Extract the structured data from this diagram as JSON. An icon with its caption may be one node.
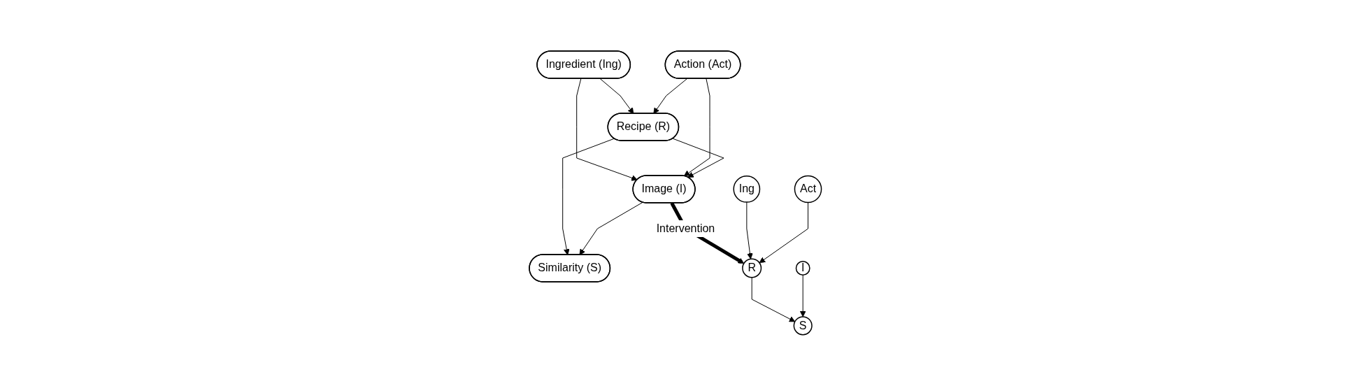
{
  "diagram": {
    "nodes": [
      {
        "text": [
          "Ingredient (Ing)"
        ]
      },
      {
        "text": [
          "Action (Act)"
        ]
      },
      {
        "text": [
          "Recipe (R)"
        ]
      },
      {
        "text": [
          "Image (I)"
        ]
      },
      {
        "text": [
          "Similarity (S)"
        ]
      },
      {
        "text": [
          "Ing"
        ]
      },
      {
        "text": [
          "Act"
        ]
      },
      {
        "text": [
          "R"
        ]
      },
      {
        "text": [
          "I"
        ]
      },
      {
        "text": [
          "S"
        ]
      }
    ],
    "edges": [
      {
        "from": 0,
        "to": 2,
        "arrow": "to"
      },
      {
        "from": 0,
        "to": 3,
        "arrow": "to"
      },
      {
        "from": 1,
        "to": 2,
        "arrow": "to"
      },
      {
        "from": 1,
        "to": 3,
        "arrow": "to"
      },
      {
        "from": 2,
        "to": 3,
        "arrow": "to"
      },
      {
        "from": 2,
        "to": 4,
        "arrow": "to"
      },
      {
        "from": 3,
        "to": 4,
        "arrow": "to"
      },
      {
        "from": 3,
        "to": 7,
        "arrow": "to",
        "label": "Intervention",
        "style": "thick"
      },
      {
        "from": 5,
        "to": 7,
        "arrow": "to"
      },
      {
        "from": 6,
        "to": 7,
        "arrow": "to"
      },
      {
        "from": 7,
        "to": 9,
        "arrow": "to"
      },
      {
        "from": 8,
        "to": 9,
        "arrow": "to"
      }
    ]
  }
}
